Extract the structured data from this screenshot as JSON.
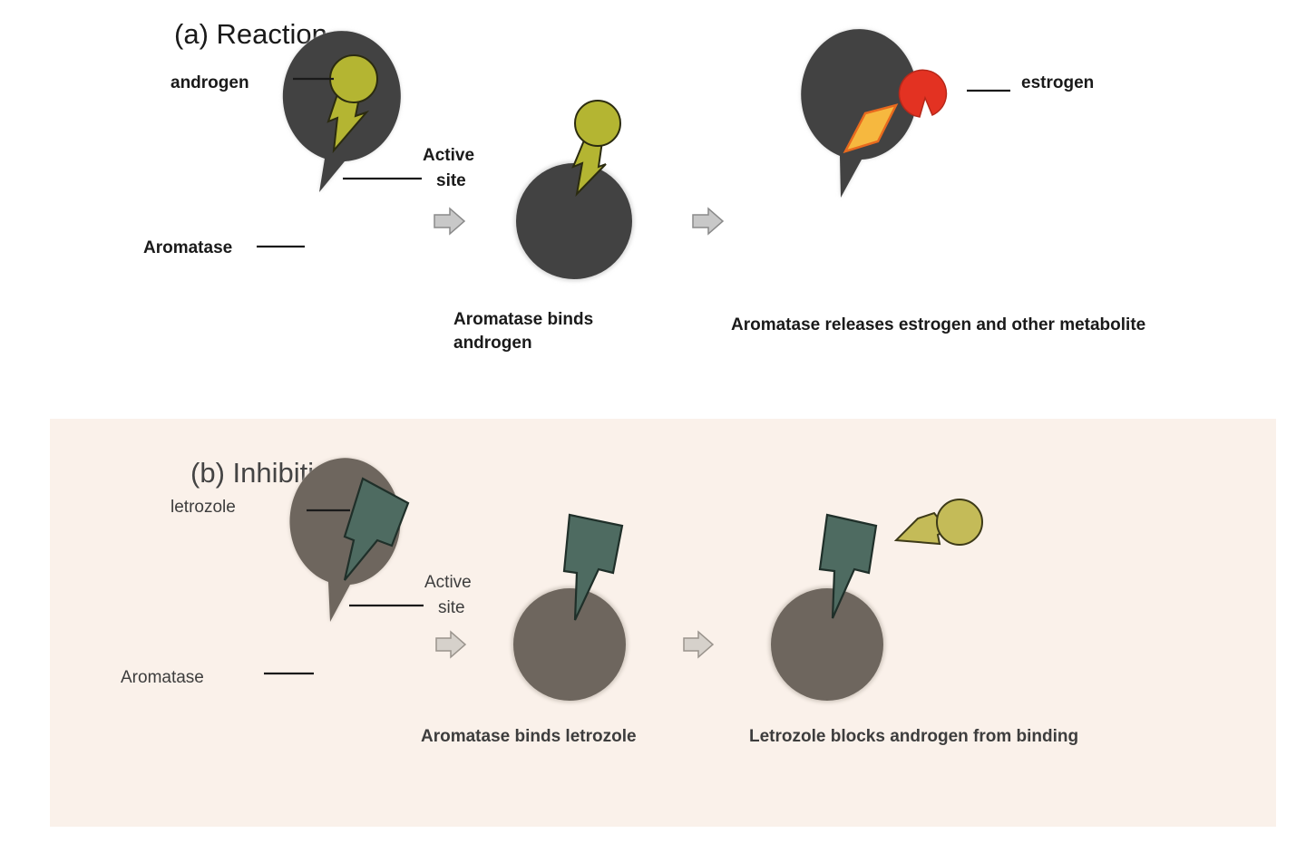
{
  "reaction": {
    "title": "(a) Reaction",
    "label_androgen": "androgen",
    "label_active_site_1": "Active",
    "label_active_site_2": "site",
    "label_aromatase": "Aromatase",
    "caption_binds_1": "Aromatase binds",
    "caption_binds_2": "androgen",
    "label_estrogen": "estrogen",
    "caption_releases": "Aromatase releases estrogen and other metabolite"
  },
  "inhibition": {
    "title": "(b) Inhibition",
    "label_letrozole": "letrozole",
    "label_active_site_1": "Active",
    "label_active_site_2": "site",
    "label_aromatase": "Aromatase",
    "caption_binds": "Aromatase binds letrozole",
    "caption_blocks": "Letrozole blocks  androgen from binding"
  },
  "colors": {
    "enzyme_dark": "#424242",
    "enzyme_light": "#6e665e",
    "androgen": "#b4b532",
    "androgen_light": "#c4bb58",
    "estrogen": "#e33222",
    "metabolite": "#f6b83f",
    "letrozole": "#4e6b61",
    "panel_b_background": "#faf1ea",
    "arrow": "#c8c8c8"
  }
}
